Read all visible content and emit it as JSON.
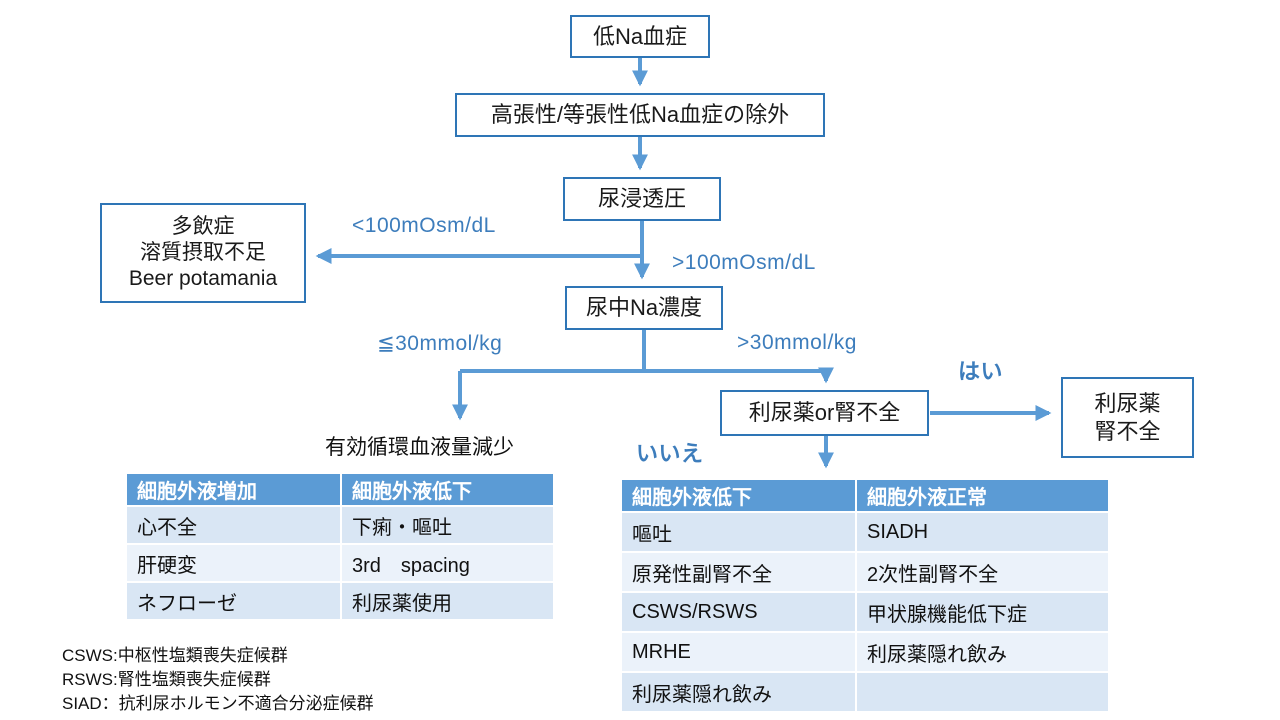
{
  "colors": {
    "box_border": "#2E75B6",
    "arrow": "#5B9BD5",
    "table_header_bg": "#5B9BD5",
    "table_band_dark": "#D9E6F4",
    "table_band_light": "#EBF2FA",
    "edge_label_text": "#3D7DBC"
  },
  "flowchart": {
    "boxes": {
      "hyponatremia": "低Na血症",
      "exclusion": "高張性/等張性低Na血症の除外",
      "urine_osmolality": "尿浸透圧",
      "polydipsia_line1": "多飲症",
      "polydipsia_line2": "溶質摂取不足",
      "polydipsia_line3": "Beer potamania",
      "urine_na": "尿中Na濃度",
      "diuretic_or_renal": "利尿薬or腎不全",
      "diuretic_line1": "利尿薬",
      "diuretic_line2": "腎不全"
    },
    "labels": {
      "lt100": "<100mOsm/dL",
      "gt100": ">100mOsm/dL",
      "le30": "≦30mmol/kg",
      "gt30": ">30mmol/kg",
      "yes": "はい",
      "no": "いいえ",
      "effective_volume": "有効循環血液量減少"
    }
  },
  "left_table": {
    "headers": [
      "細胞外液増加",
      "細胞外液低下"
    ],
    "rows": [
      [
        "心不全",
        "下痢・嘔吐"
      ],
      [
        "肝硬変",
        "3rd　spacing"
      ],
      [
        "ネフローゼ",
        "利尿薬使用"
      ]
    ]
  },
  "right_table": {
    "headers": [
      "細胞外液低下",
      "細胞外液正常"
    ],
    "rows": [
      [
        "嘔吐",
        "SIADH"
      ],
      [
        "原発性副腎不全",
        "2次性副腎不全"
      ],
      [
        "CSWS/RSWS",
        "甲状腺機能低下症"
      ],
      [
        "MRHE",
        "利尿薬隠れ飲み"
      ],
      [
        "利尿薬隠れ飲み",
        ""
      ]
    ]
  },
  "footnotes": [
    "CSWS:中枢性塩類喪失症候群",
    "RSWS:腎性塩類喪失症候群",
    "SIAD：抗利尿ホルモン不適合分泌症候群"
  ]
}
